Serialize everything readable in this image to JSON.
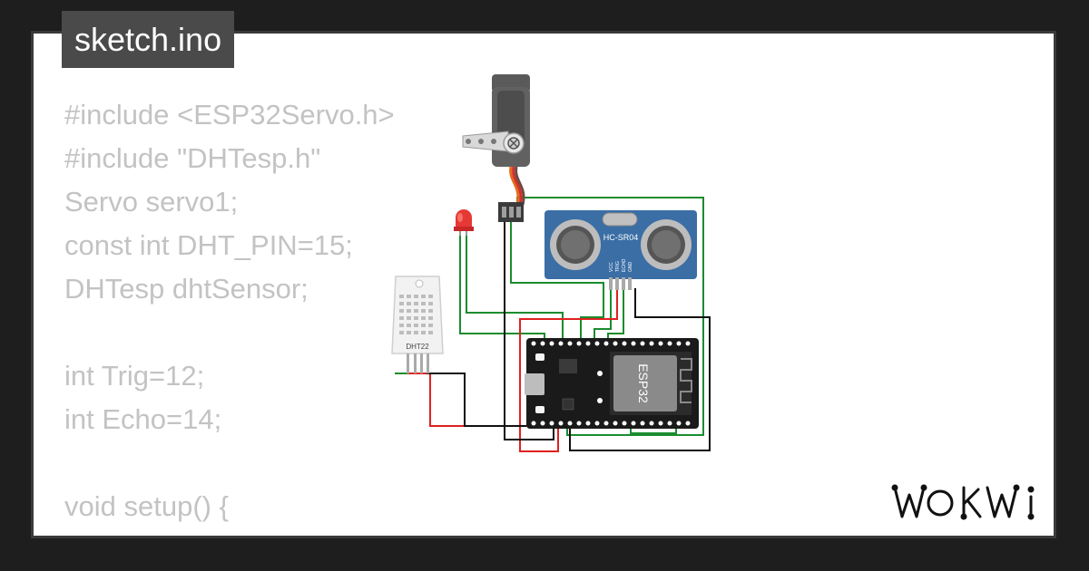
{
  "tab": {
    "filename": "sketch.ino"
  },
  "code_lines": [
    "#include <ESP32Servo.h>",
    "#include \"DHTesp.h\"",
    "Servo servo1;",
    "const int DHT_PIN=15;",
    "DHTesp dhtSensor;",
    "",
    "int Trig=12;",
    "int Echo=14;",
    "",
    "void setup() {",
    ""
  ],
  "components": {
    "ultrasonic_label": "HC-SR04",
    "ultrasonic_pins": [
      "VCC",
      "TRIG",
      "ECHO",
      "GND"
    ],
    "dht_label": "DHT22",
    "board_label": "ESP32"
  },
  "brand": {
    "logo_text": "WOKWI"
  },
  "colors": {
    "background": "#1e1e1e",
    "card": "#ffffff",
    "code_text": "#c3c3c3",
    "tab_bg": "#4a4a4a",
    "wire_green": "#1b8c2e",
    "wire_red": "#e02020",
    "wire_black": "#111111",
    "sensor_blue": "#3a6ea5",
    "led_red": "#e53935"
  }
}
